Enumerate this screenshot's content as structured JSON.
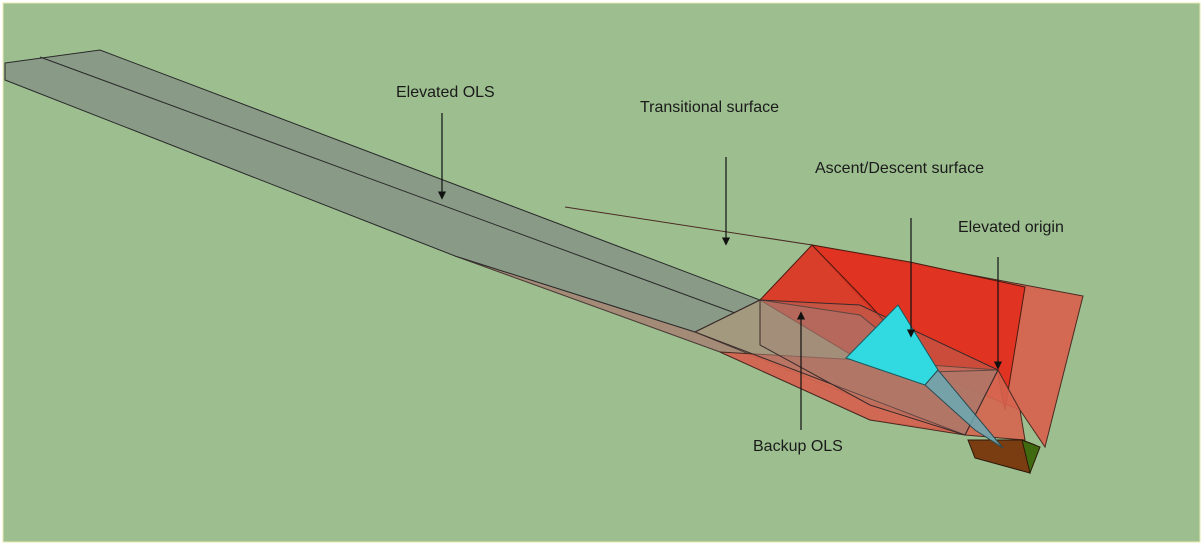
{
  "diagram": {
    "labels": {
      "elevated_ols": "Elevated OLS",
      "transitional_surface": "Transitional surface",
      "ascent_descent_surface": "Ascent/Descent surface",
      "elevated_origin": "Elevated origin",
      "backup_ols": "Backup OLS"
    },
    "colors": {
      "background": "#9dbf90",
      "elevated_ols": "#889986",
      "transitional_surface": "#d6644f",
      "ascent_descent_surface": "#31d9e0",
      "elevated_origin": "#e0301f",
      "backup_ols": "#a57a6f",
      "base": "#7a3d12",
      "outline": "#2a2a2a",
      "arrow": "#111111"
    }
  }
}
